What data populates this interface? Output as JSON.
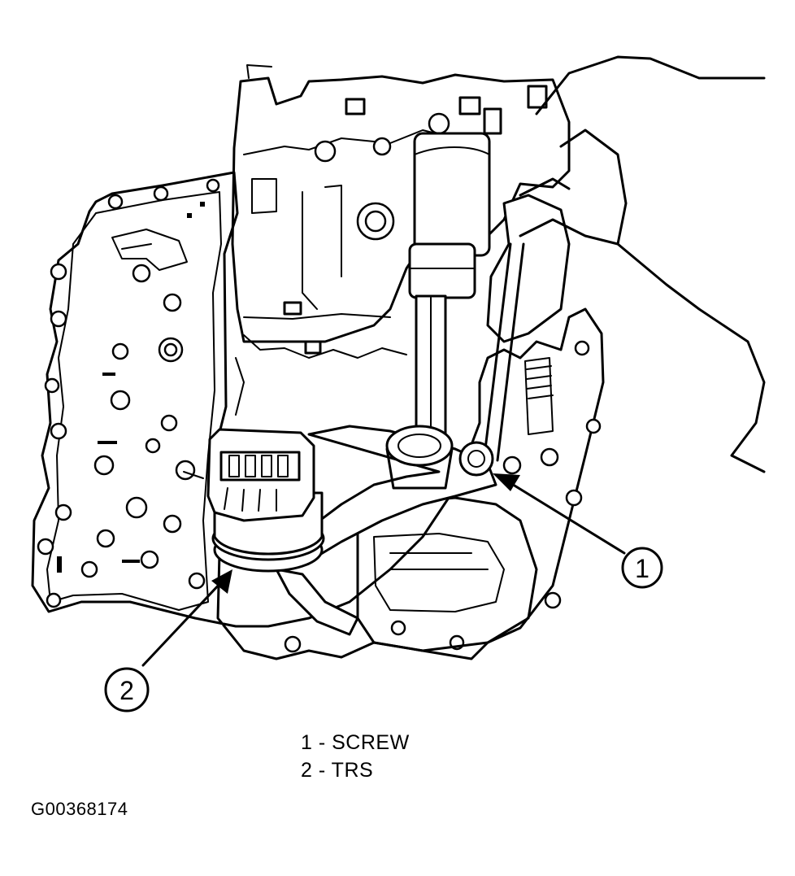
{
  "callouts": [
    {
      "number": "1"
    },
    {
      "number": "2"
    }
  ],
  "legend": [
    {
      "text": "1 - SCREW"
    },
    {
      "text": "2 - TRS"
    }
  ],
  "figure_id": "G00368174"
}
